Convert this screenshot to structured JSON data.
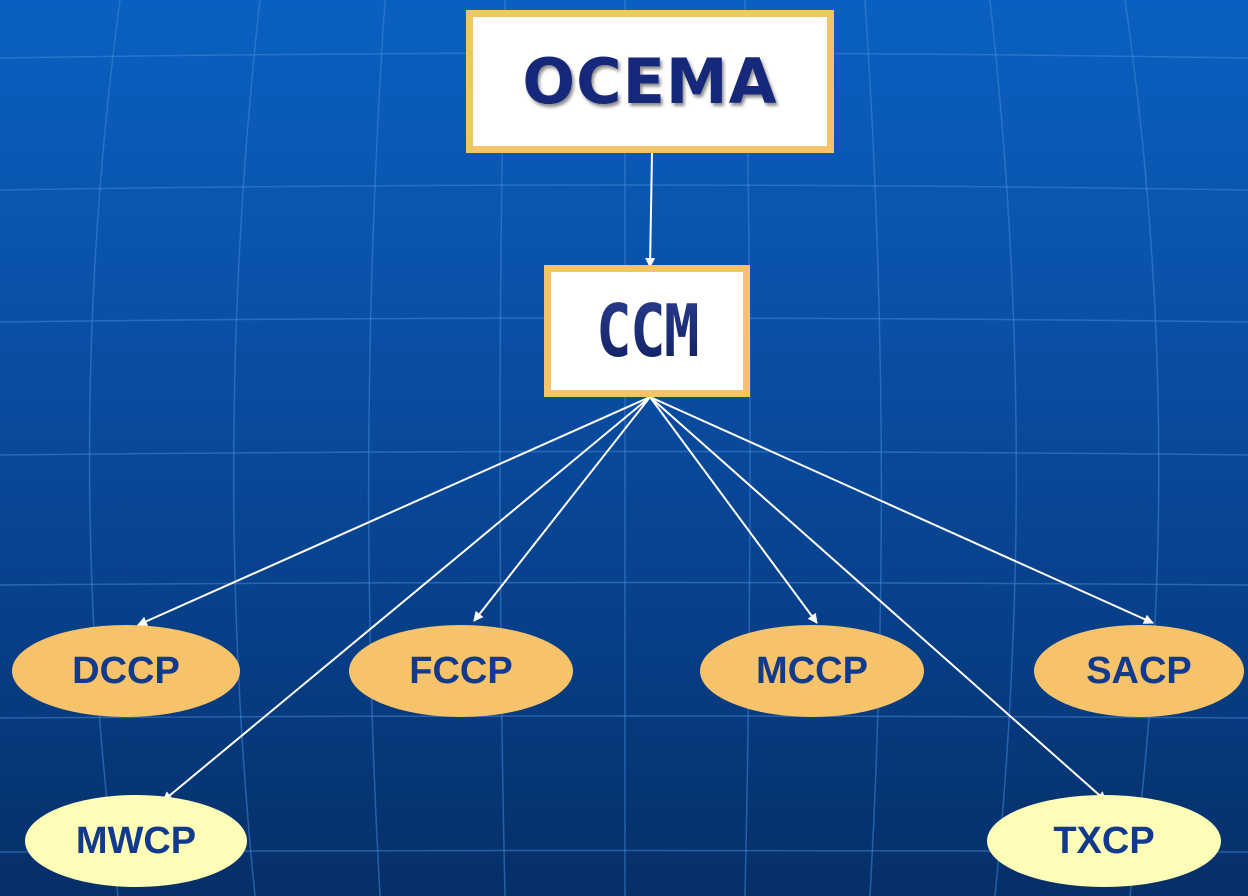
{
  "top": {
    "label": "OCEMA"
  },
  "middle": {
    "label": "CCM"
  },
  "nodes": [
    {
      "id": "dccp",
      "label": "DCCP"
    },
    {
      "id": "fccp",
      "label": "FCCP"
    },
    {
      "id": "mccp",
      "label": "MCCP"
    },
    {
      "id": "sacp",
      "label": "SACP"
    },
    {
      "id": "mwcp",
      "label": "MWCP"
    },
    {
      "id": "txcp",
      "label": "TXCP"
    }
  ],
  "colors": {
    "background": "#0a58b4",
    "box_border": "#f5c468",
    "node_orange": "#f7c36a",
    "node_yellow": "#fdfdb8",
    "node_text": "#123a8c",
    "arrow": "#ffffff"
  }
}
